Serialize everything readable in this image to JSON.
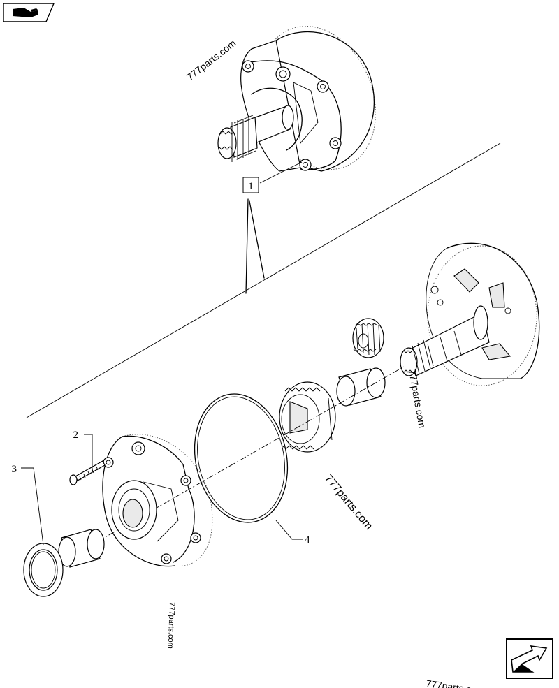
{
  "callouts": {
    "c1": "1",
    "c2": "2",
    "c3": "3",
    "c4": "4"
  },
  "watermarks": {
    "w1": "777parts.com",
    "w2": "777parts.com",
    "w3": "777parts.com",
    "w4": "777parts.com",
    "w5": "777parts.c"
  },
  "icons": {
    "top_left": "book-icon",
    "bottom_right": "arrow-icon"
  }
}
